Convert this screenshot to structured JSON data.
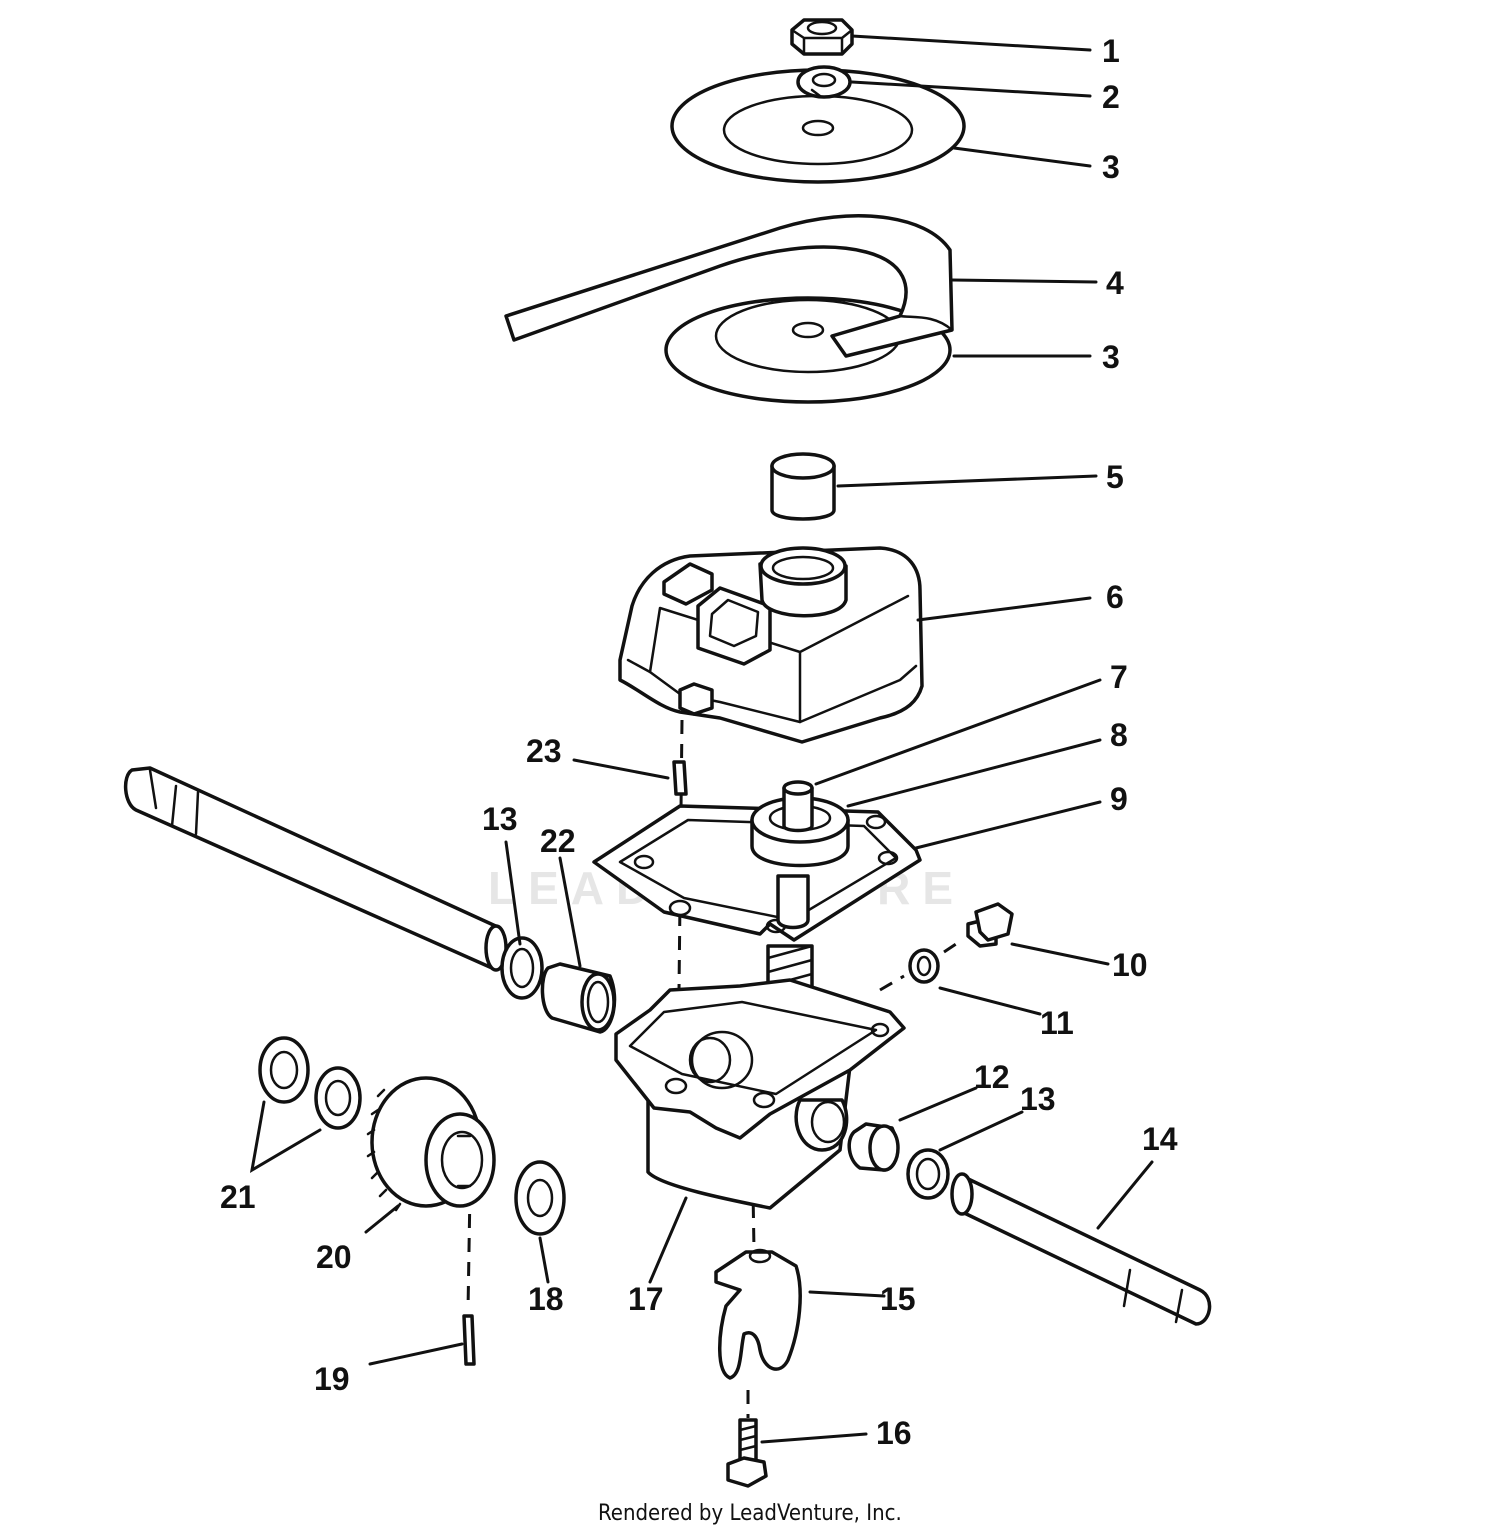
{
  "watermark": "LEADVENTURE",
  "credit": "Rendered by LeadVenture, Inc.",
  "labels": {
    "l1": "1",
    "l2": "2",
    "l3a": "3",
    "l4": "4",
    "l3b": "3",
    "l5": "5",
    "l6": "6",
    "l7": "7",
    "l8": "8",
    "l9": "9",
    "l10": "10",
    "l11": "11",
    "l12": "12",
    "l13a": "13",
    "l13b": "13",
    "l14": "14",
    "l15": "15",
    "l16": "16",
    "l17": "17",
    "l18": "18",
    "l19": "19",
    "l20": "20",
    "l21": "21",
    "l22": "22",
    "l23": "23"
  }
}
